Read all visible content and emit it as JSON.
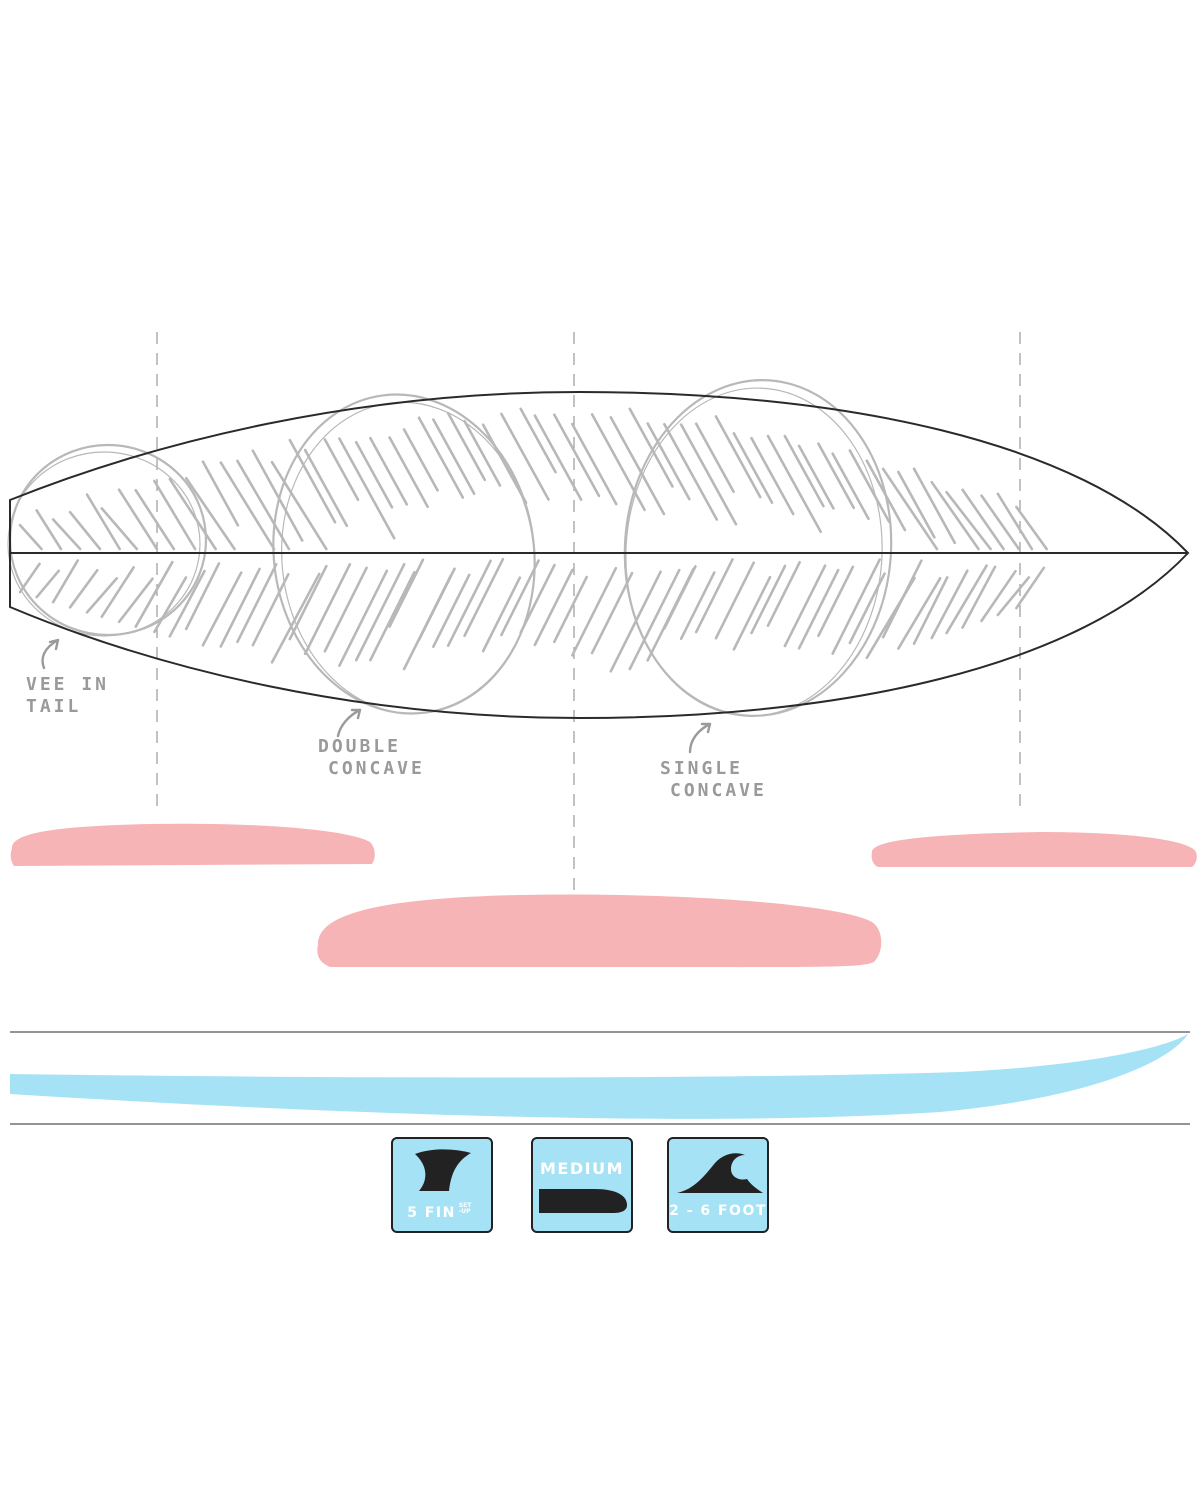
{
  "annotations": {
    "vee_in_tail": [
      "VEE IN",
      "TAIL"
    ],
    "double_concave": [
      "DOUBLE",
      "CONCAVE"
    ],
    "single_concave": [
      "SINGLE",
      "CONCAVE"
    ]
  },
  "badges": {
    "fin_setup": {
      "label": "5 FIN",
      "sup_line1": "SET",
      "sup_line2": "-UP",
      "icon": "fin-icon"
    },
    "flex": {
      "label": "MEDIUM",
      "icon": "medium-rail-icon"
    },
    "wave_size": {
      "label": "2 - 6 FOOT",
      "icon": "wave-icon"
    }
  },
  "colors": {
    "outline": "#2a2a2a",
    "sketch": "#b8b8b8",
    "rail_pink": "#f7b4b6",
    "rocker_blue": "#a6e2f5",
    "badge_bg": "#a6e2f5",
    "badge_border": "#222222",
    "annotation": "#9a9a9a"
  }
}
